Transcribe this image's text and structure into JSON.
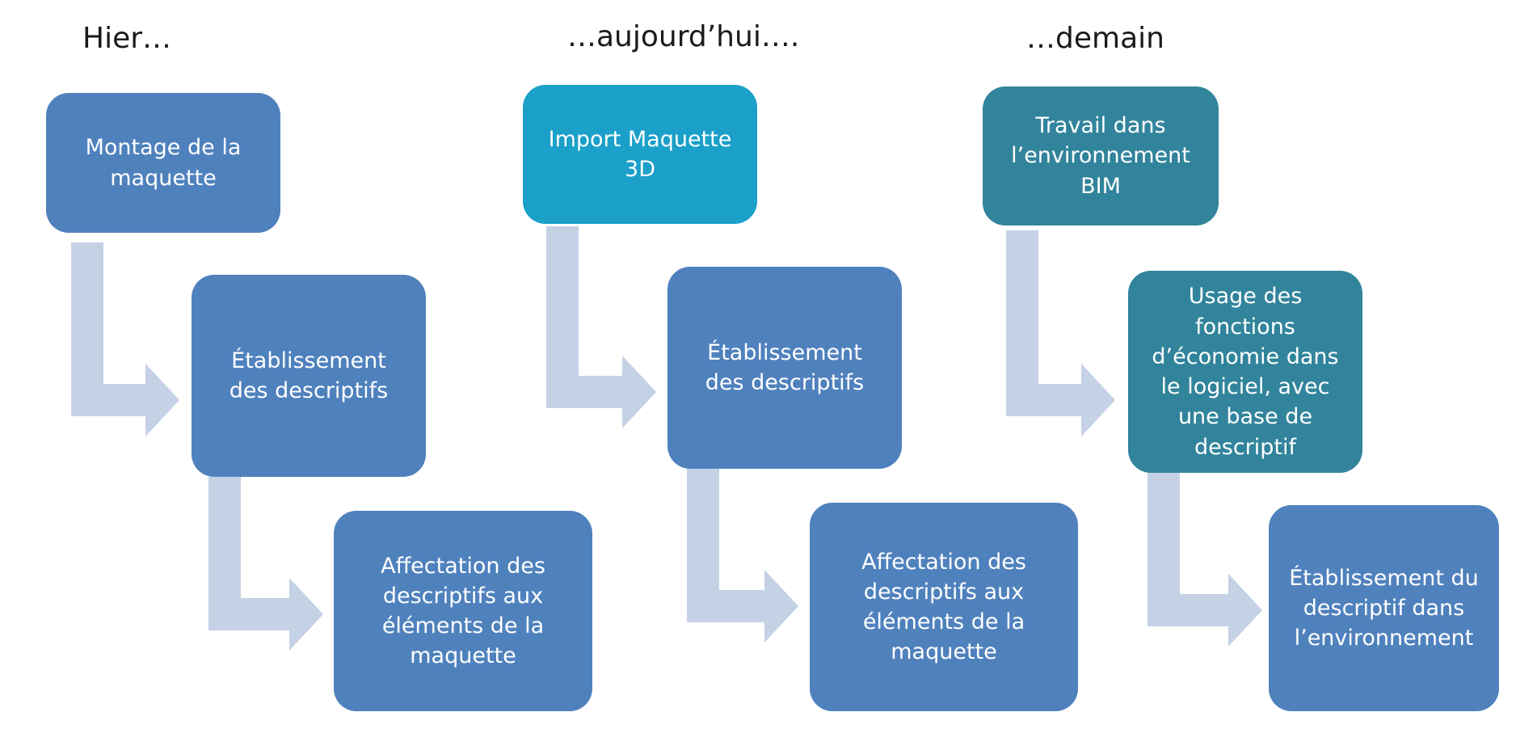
{
  "colors": {
    "step_blue": "#4f81bd",
    "step_cyan": "#1aa0c9",
    "step_teal": "#31849b",
    "arrow": "#c5d1e5"
  },
  "columns": [
    {
      "title": "Hier…",
      "steps": [
        "Montage de la\nmaquette",
        "Établissement\ndes descriptifs",
        "Affectation des\ndescriptifs aux\néléments de la\nmaquette"
      ]
    },
    {
      "title": "…aujourd’hui….",
      "steps": [
        "Import Maquette\n3D",
        "Établissement\ndes descriptifs",
        "Affectation des\ndescriptifs aux\néléments de la\nmaquette"
      ]
    },
    {
      "title": "…demain",
      "steps": [
        "Travail dans\nl’environnement\nBIM",
        "Usage des\nfonctions\nd’économie dans\nle logiciel, avec\nune base de\ndescriptif",
        "Établissement du\ndescriptif dans\nl’environnement"
      ]
    }
  ]
}
